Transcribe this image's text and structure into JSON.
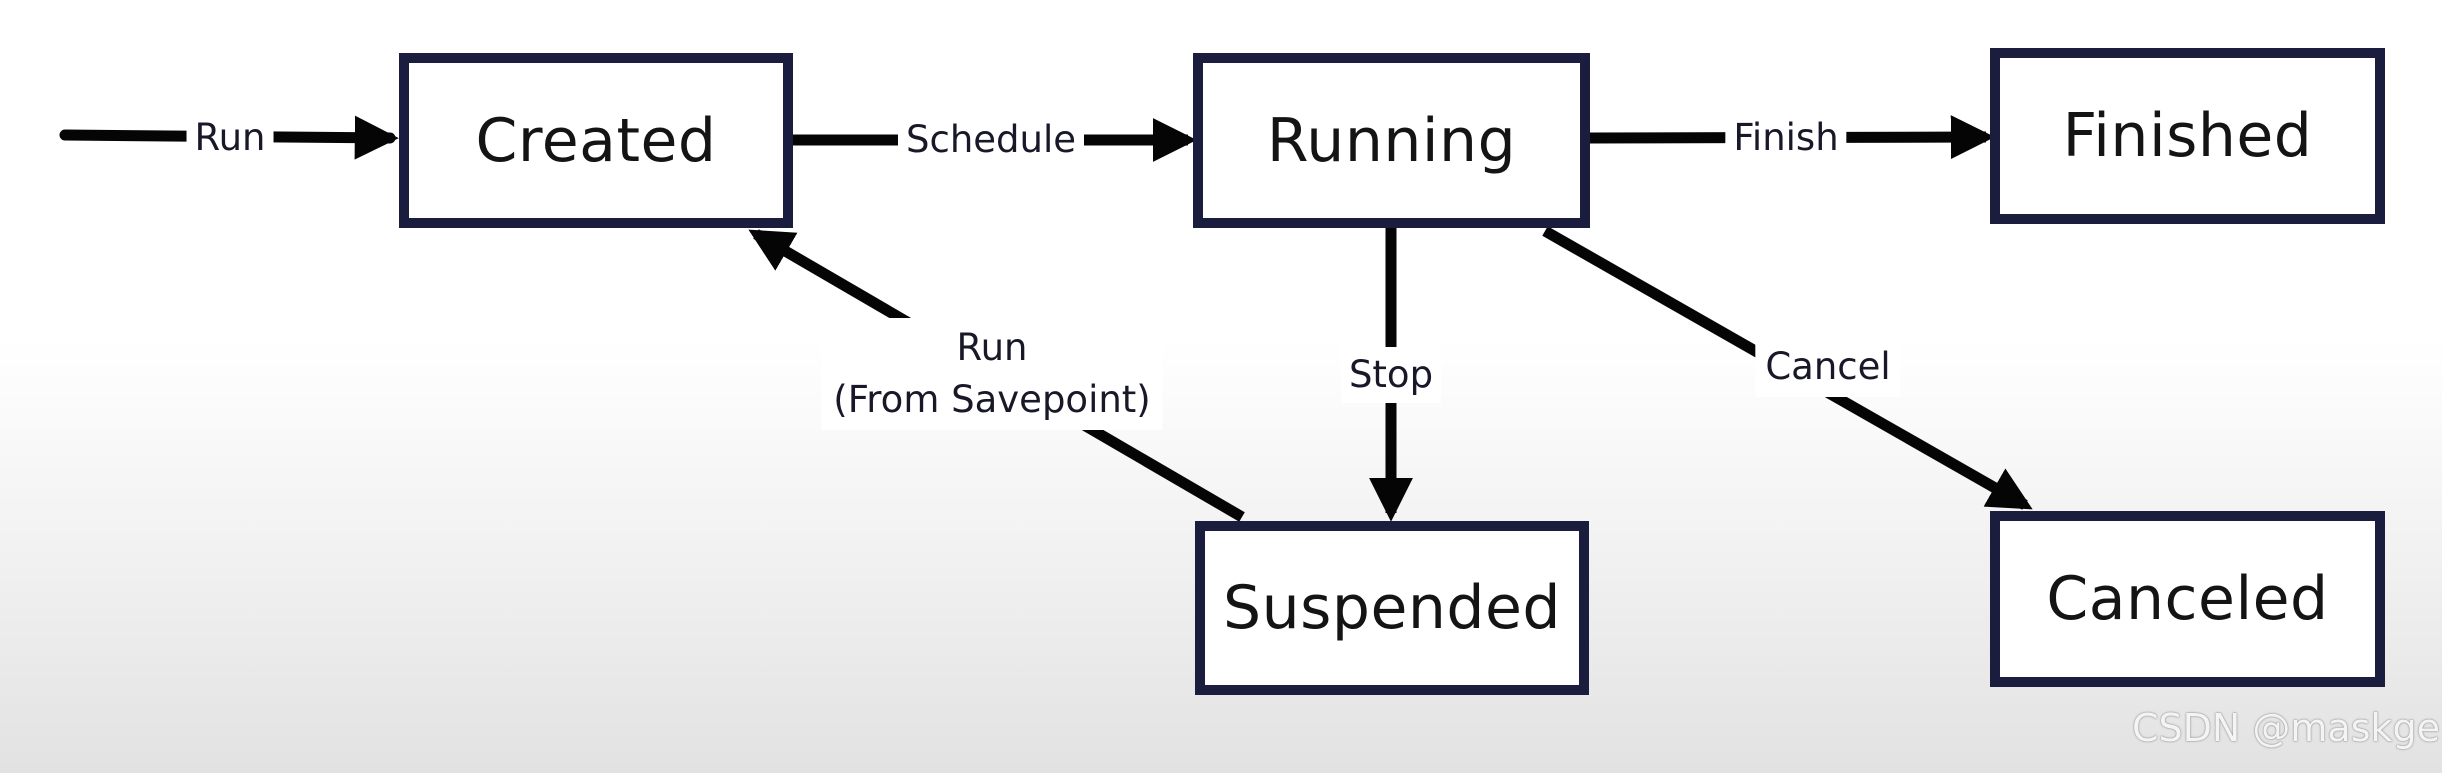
{
  "states": {
    "created": "Created",
    "running": "Running",
    "finished": "Finished",
    "suspended": "Suspended",
    "canceled": "Canceled"
  },
  "transitions": {
    "run": "Run",
    "schedule": "Schedule",
    "finish": "Finish",
    "stop": "Stop",
    "cancel": "Cancel",
    "resume_line1": "Run",
    "resume_line2": "(From Savepoint)"
  },
  "watermark": "CSDN @maskge",
  "colors": {
    "box_border": "#1b1d3f",
    "arrow": "#050505",
    "text": "#141414"
  }
}
